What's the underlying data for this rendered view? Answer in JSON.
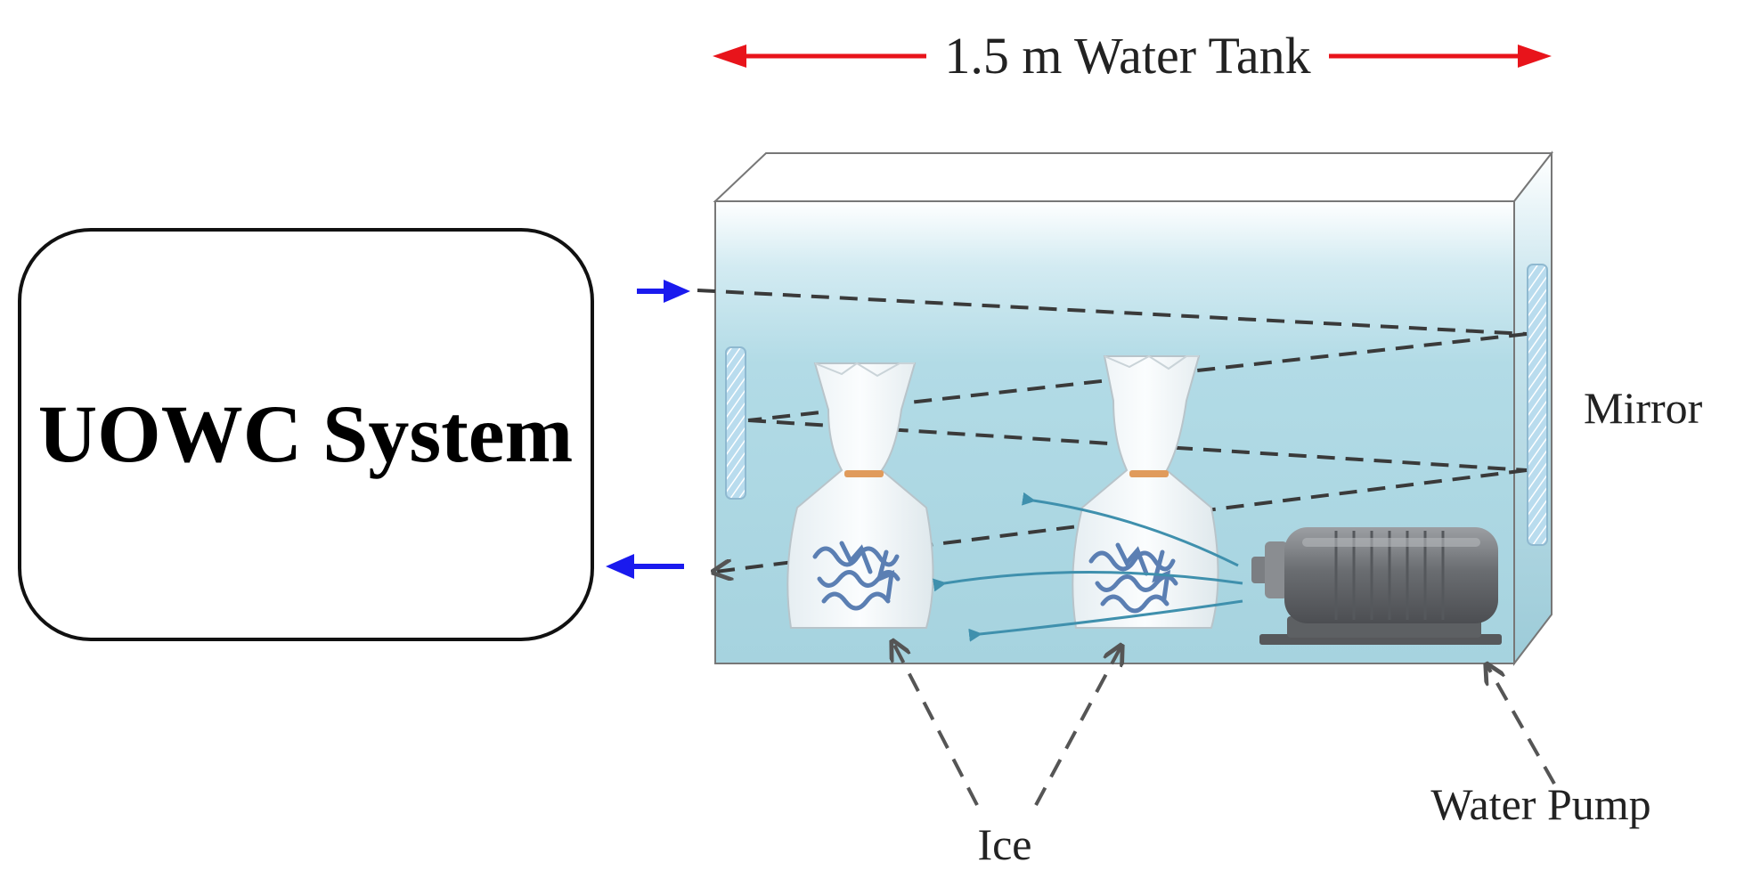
{
  "labels": {
    "tank": "1.5 m Water Tank",
    "system": "UOWC System",
    "mirror": "Mirror",
    "ice": "Ice",
    "pump": "Water Pump"
  },
  "colors": {
    "tank_arrow": "#e8141b",
    "signal_arrow": "#1a1aee",
    "water": "#a9d6e2",
    "water_top": "#ffffff",
    "mirror": "#a7cfe7",
    "pump_body": "#6f7276",
    "beam": "#3a3a3a",
    "flow": "#3f90ad"
  }
}
